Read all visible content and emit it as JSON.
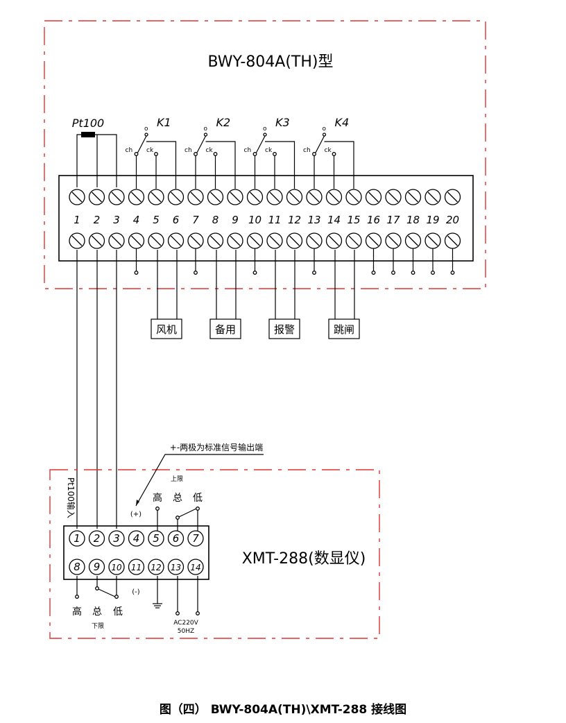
{
  "upper": {
    "title": "BWY-804A(TH)型",
    "sensor_label": "Pt100",
    "relays": [
      {
        "name": "K1",
        "o": "o",
        "ch": "ch",
        "ck": "ck"
      },
      {
        "name": "K2",
        "o": "o",
        "ch": "ch",
        "ck": "ck"
      },
      {
        "name": "K3",
        "o": "o",
        "ch": "ch",
        "ck": "ck"
      },
      {
        "name": "K4",
        "o": "o",
        "ch": "ch",
        "ck": "ck"
      }
    ],
    "terminal_numbers": [
      "1",
      "2",
      "3",
      "4",
      "5",
      "6",
      "7",
      "8",
      "9",
      "10",
      "11",
      "12",
      "13",
      "14",
      "15",
      "16",
      "17",
      "18",
      "19",
      "20"
    ],
    "loads": [
      "风机",
      "备用",
      "报警",
      "跳闸"
    ]
  },
  "lower": {
    "title": "XMT-288(数显仪)",
    "callout": "+-两极为标准信号输出端",
    "pt_input_label": "Pt100输入",
    "upper_limit": {
      "label": "上限",
      "high": "高",
      "common": "总",
      "low": "低"
    },
    "lower_limit": {
      "label": "下限",
      "high": "高",
      "common": "总",
      "low": "低"
    },
    "plus_label": "(+)",
    "minus_label": "(-)",
    "power_label": "AC220V",
    "power_freq": "50HZ",
    "top_terminals": [
      "1",
      "2",
      "3",
      "4",
      "5",
      "6",
      "7"
    ],
    "bottom_terminals": [
      "8",
      "9",
      "10",
      "11",
      "12",
      "13",
      "14"
    ]
  },
  "caption": "图（四） BWY-804A(TH)\\XMT-288 接线图"
}
